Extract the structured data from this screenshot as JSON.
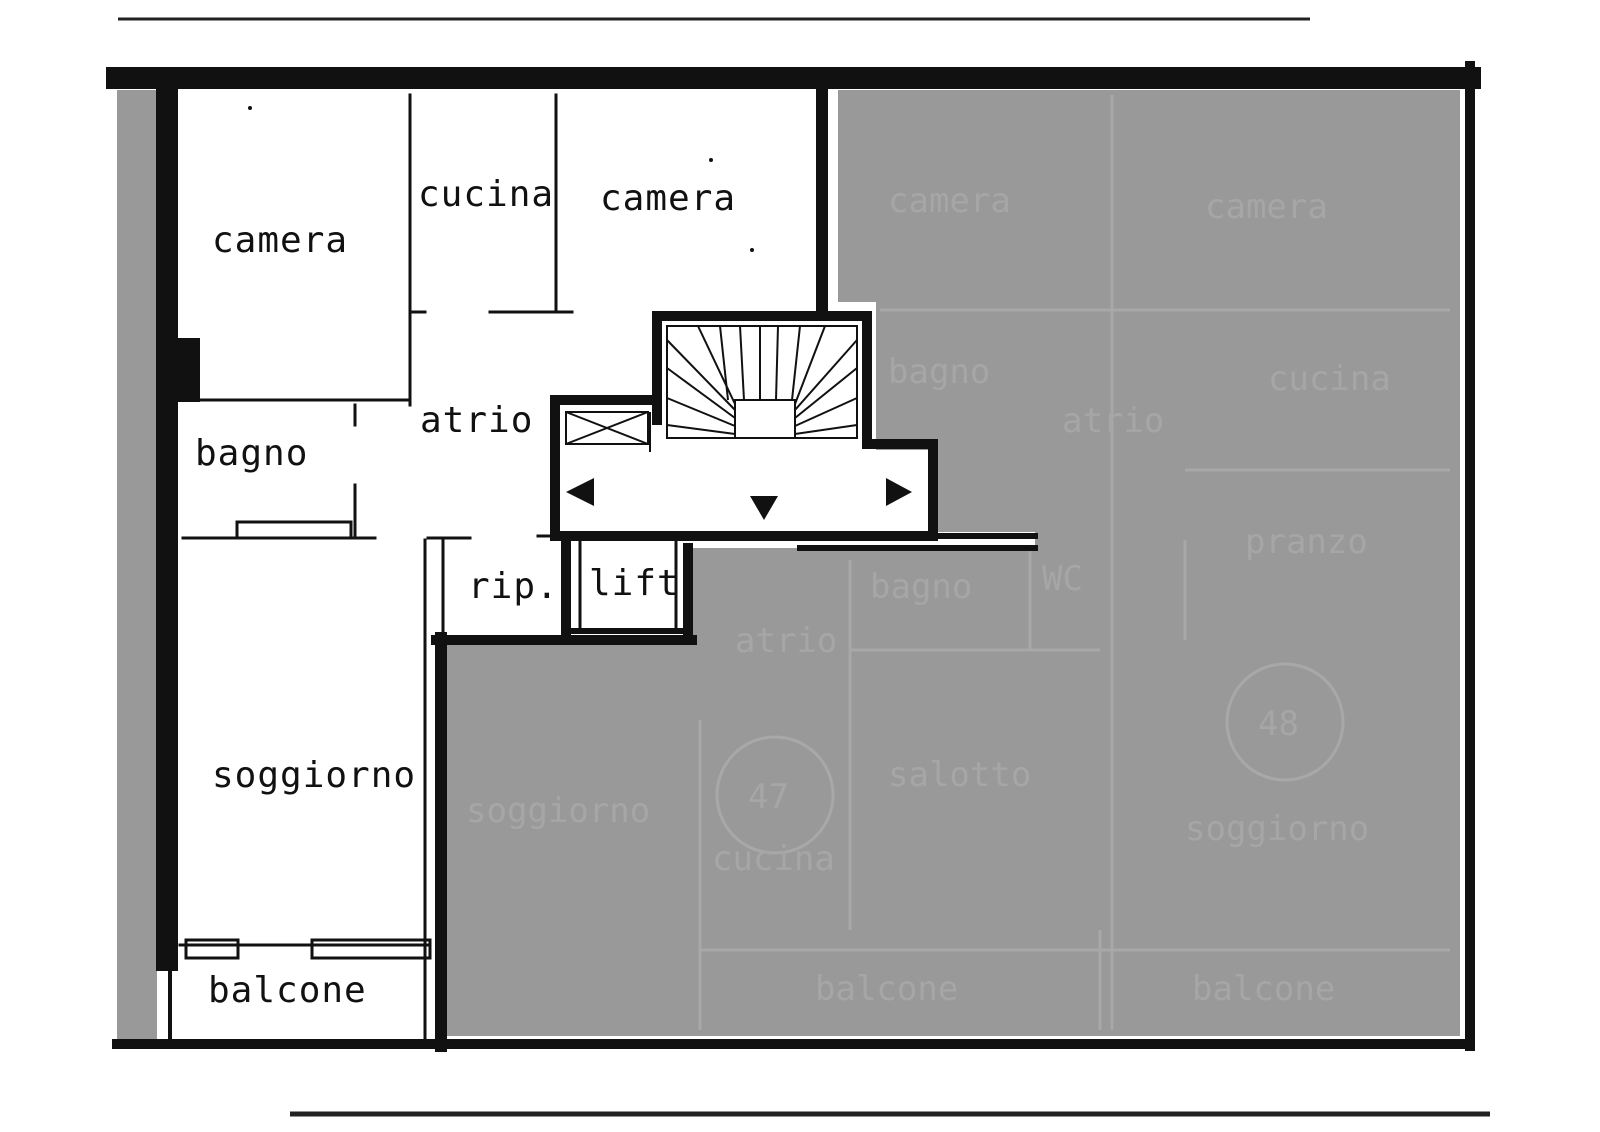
{
  "floor_plan": {
    "rooms": {
      "camera_left": "camera",
      "cucina": "cucina",
      "camera_right": "camera",
      "atrio": "atrio",
      "bagno": "bagno",
      "rip": "rip.",
      "lift": "lift",
      "soggiorno": "soggiorno",
      "balcone": "balcone"
    },
    "masked_area": {
      "fill_color": "#999999",
      "ghost_labels": {
        "camera_a": "camera",
        "camera_b": "camera",
        "bagno": "bagno",
        "atrio_a": "atrio",
        "cucina": "cucina",
        "pranzo": "pranzo",
        "bagno_b": "bagno",
        "wc": "WC",
        "atrio_b": "atrio",
        "soggiorno_a": "soggiorno",
        "unit_47": "47",
        "cucina_b": "cucina",
        "salotto": "salotto",
        "unit_48": "48",
        "soggiorno_b": "soggiorno",
        "balcone_a": "balcone",
        "balcone_b": "balcone"
      }
    },
    "colors": {
      "wall": "#111111",
      "background": "#ffffff",
      "mask": "#999999"
    }
  }
}
